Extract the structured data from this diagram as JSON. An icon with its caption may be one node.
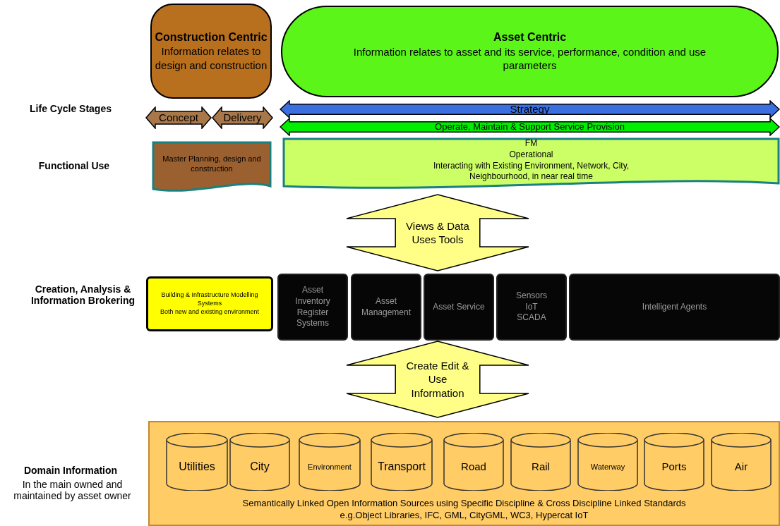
{
  "diagram": {
    "nodes": [
      {
        "text": [
          "Construction Centric",
          "Information relates to design and construction"
        ]
      },
      {
        "text": [
          "Asset Centric",
          "Information relates to asset and its service, performance, condition and use parameters"
        ]
      },
      {
        "text": [
          "Concept"
        ]
      },
      {
        "text": [
          "Delivery"
        ]
      },
      {
        "text": [
          "Strategy"
        ]
      },
      {
        "text": [
          "Operate, Maintain & Support Service Provision"
        ]
      },
      {
        "text": [
          "Master Planning, design and construction"
        ]
      },
      {
        "text": [
          "FM",
          "Operational",
          "Interacting with Existing Environment, Network, City, Neighbourhood, in near real time"
        ]
      },
      {
        "text": [
          "Views & Data Uses Tools"
        ]
      },
      {
        "text": [
          "Building & Infrastructure Modelling Systems",
          "Both new and existing environment"
        ]
      },
      {
        "text": [
          "Asset Inventory Register Systems"
        ]
      },
      {
        "text": [
          "Asset Management"
        ]
      },
      {
        "text": [
          "Asset Service"
        ]
      },
      {
        "text": [
          "Sensors IoT SCADA"
        ]
      },
      {
        "text": [
          "Intelligent Agents"
        ]
      },
      {
        "text": [
          "Create Edit & Use Information"
        ]
      },
      {
        "text": [
          "Semantically Linked Open Information Sources using Specific Discipline & Cross Discipline Linked Standards",
          "e.g.Object Libraries, IFC, GML, CityGML, WC3, Hypercat IoT"
        ]
      },
      {
        "text": [
          "Utilities"
        ],
        "in": 16
      },
      {
        "text": [
          "City"
        ],
        "in": 16
      },
      {
        "text": [
          "Environment"
        ],
        "in": 16
      },
      {
        "text": [
          "Transport"
        ],
        "in": 16
      },
      {
        "text": [
          "Road"
        ],
        "in": 16
      },
      {
        "text": [
          "Rail"
        ],
        "in": 16
      },
      {
        "text": [
          "Waterway"
        ],
        "in": 16
      },
      {
        "text": [
          "Ports"
        ],
        "in": 16
      },
      {
        "text": [
          "Air"
        ],
        "in": 16
      }
    ],
    "labels": [
      "Life Cycle Stages",
      "Functional Use",
      "Creation, Analysis & Information Brokering",
      "Domain Information",
      "In the main owned and maintained by asset owner"
    ]
  }
}
